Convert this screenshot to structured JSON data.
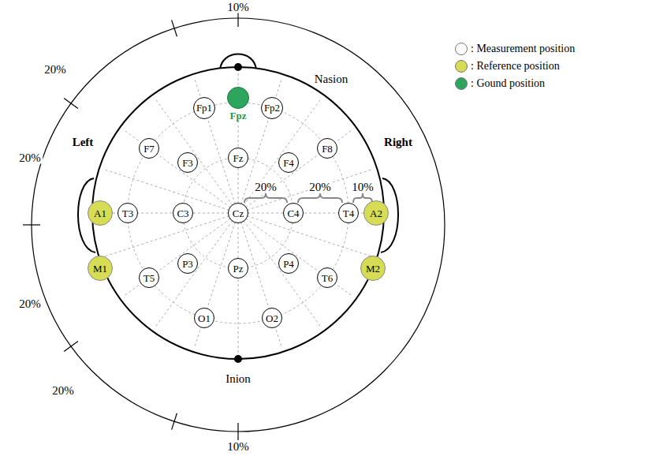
{
  "diagram": {
    "nodes": [
      {
        "text": [
          "Fp1"
        ]
      },
      {
        "text": [
          "Fpz"
        ]
      },
      {
        "text": [
          "Fp2"
        ]
      },
      {
        "text": [
          "F7"
        ]
      },
      {
        "text": [
          "F3"
        ]
      },
      {
        "text": [
          "Fz"
        ]
      },
      {
        "text": [
          "F4"
        ]
      },
      {
        "text": [
          "F8"
        ]
      },
      {
        "text": [
          "A1"
        ]
      },
      {
        "text": [
          "T3"
        ]
      },
      {
        "text": [
          "C3"
        ]
      },
      {
        "text": [
          "Cz"
        ]
      },
      {
        "text": [
          "C4"
        ]
      },
      {
        "text": [
          "T4"
        ]
      },
      {
        "text": [
          "A2"
        ]
      },
      {
        "text": [
          "M1"
        ]
      },
      {
        "text": [
          "T5"
        ]
      },
      {
        "text": [
          "P3"
        ]
      },
      {
        "text": [
          "Pz"
        ]
      },
      {
        "text": [
          "P4"
        ]
      },
      {
        "text": [
          "T6"
        ]
      },
      {
        "text": [
          "M2"
        ]
      },
      {
        "text": [
          "O1"
        ]
      },
      {
        "text": [
          "O2"
        ]
      }
    ],
    "labels": [
      "10%",
      "20%",
      "Nasion",
      "Left",
      "Right",
      "20%",
      "20%",
      "20%",
      "10%",
      "20%",
      "20%",
      "Inion",
      "10%"
    ],
    "legend": [
      {
        "text": ": Measurement position",
        "color": "#ffffff"
      },
      {
        "text": ": Reference position",
        "color": "#d6dd55"
      },
      {
        "text": ": Gound position",
        "color": "#2ea55c"
      }
    ]
  }
}
